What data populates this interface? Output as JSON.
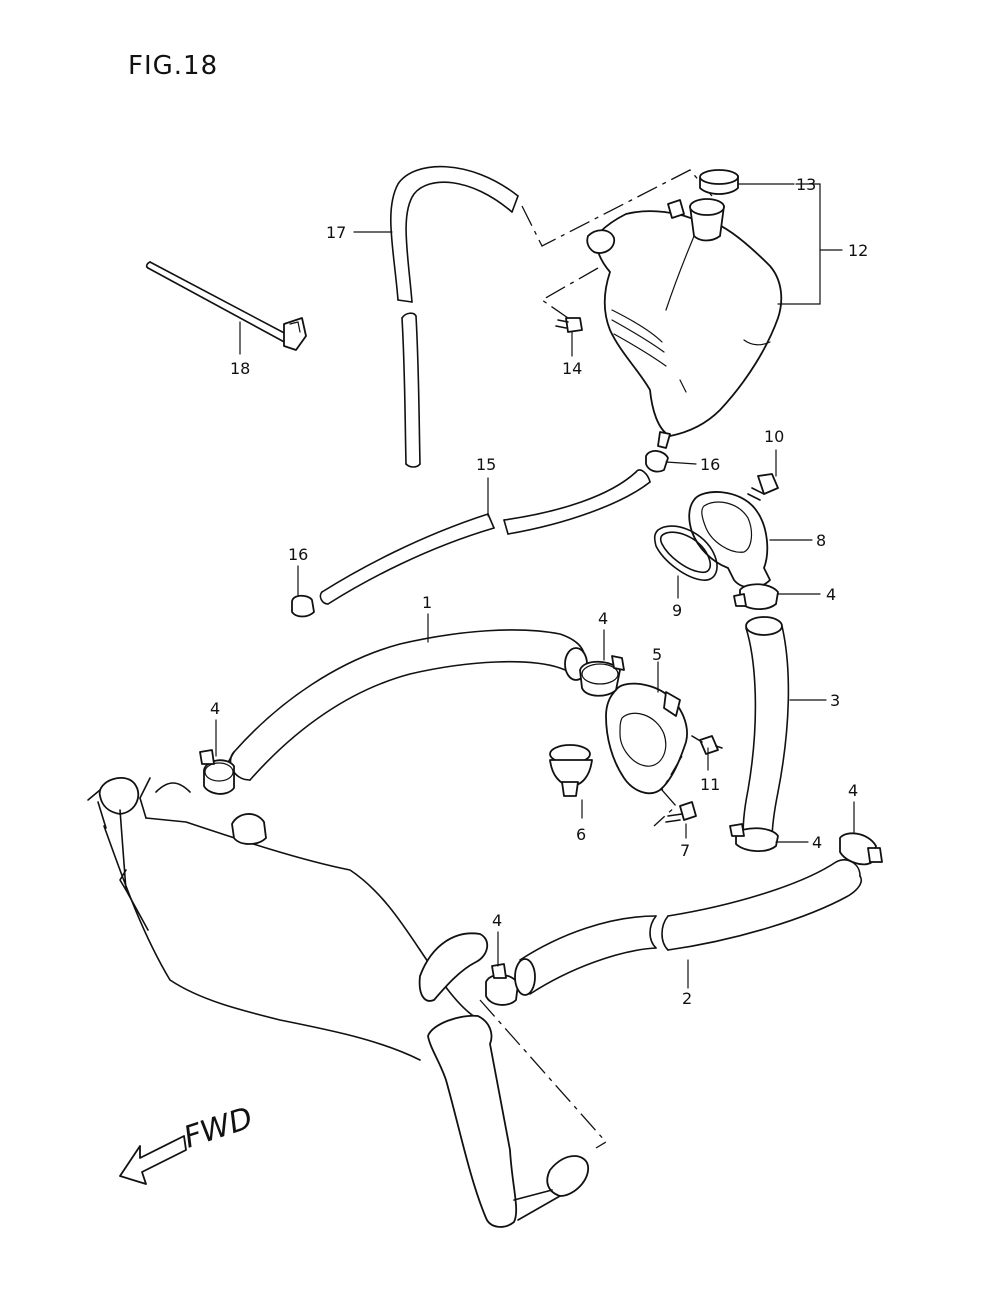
{
  "figure": {
    "title": "FIG.18"
  },
  "direction": {
    "label": "FWD"
  },
  "callouts": {
    "c1": "1",
    "c2": "2",
    "c3": "3",
    "c4a": "4",
    "c4b": "4",
    "c4c": "4",
    "c4d": "4",
    "c4e": "4",
    "c4f": "4",
    "c5": "5",
    "c6": "6",
    "c7": "7",
    "c8": "8",
    "c9": "9",
    "c10": "10",
    "c11": "11",
    "c12": "12",
    "c13": "13",
    "c14": "14",
    "c15": "15",
    "c16a": "16",
    "c16b": "16",
    "c17": "17",
    "c18": "18"
  }
}
